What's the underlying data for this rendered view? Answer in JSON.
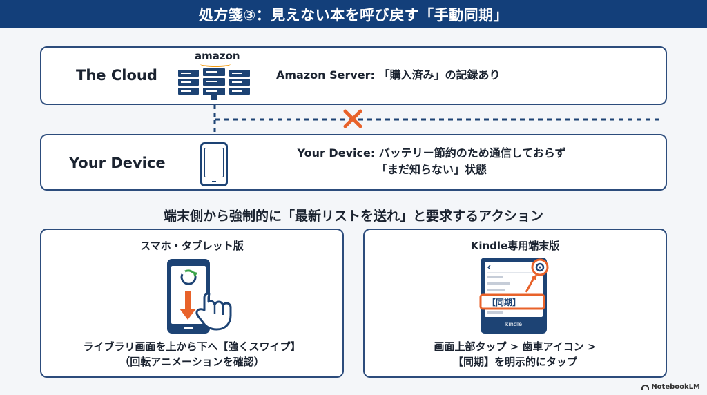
{
  "title": "処方箋③：見えない本を呼び戻す「手動同期」",
  "cloud": {
    "label": "The Cloud",
    "logo": "amazon",
    "text": "Amazon Server: 「購入済み」の記録あり"
  },
  "device": {
    "label": "Your Device",
    "text_line1": "Your Device: バッテリー節約のため通信しておらず",
    "text_line2": "「まだ知らない」状態"
  },
  "section_heading": "端末側から強制的に「最新リストを送れ」と要求するアクション",
  "mobile": {
    "title": "スマホ・タブレット版",
    "desc_line1": "ライブラリ画面を上から下へ【強くスワイプ】",
    "desc_line2": "（回転アニメーションを確認）"
  },
  "kindle": {
    "title": "Kindle専用端末版",
    "sync_label": "【同期】",
    "brand": "kindle",
    "desc_line1": "画面上部タップ > 歯車アイコン >",
    "desc_line2": "【同期】を明示的にタップ"
  },
  "watermark": "NotebookLM",
  "colors": {
    "title_bg": "#133f7a",
    "accent_orange": "#e8622a",
    "navy": "#1d4374"
  },
  "icons": [
    "server-icon",
    "phone-icon",
    "disconnect-x-icon",
    "refresh-icon",
    "down-arrow-icon",
    "swipe-hand-icon",
    "gear-icon"
  ]
}
